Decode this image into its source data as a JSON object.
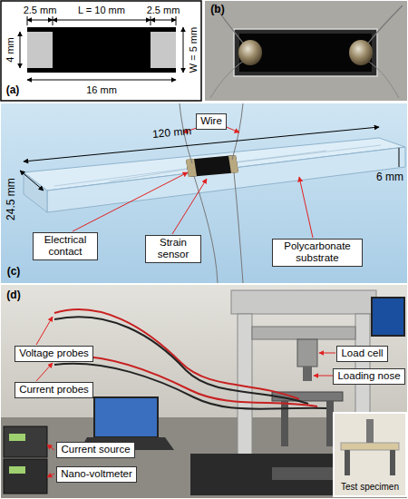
{
  "diagram": {
    "nodes": [
      {
        "text": [
          "Wire"
        ]
      },
      {
        "text": [
          "Electrical contact"
        ]
      },
      {
        "text": [
          "Strain sensor"
        ]
      },
      {
        "text": [
          "Polycarbonate substrate"
        ]
      },
      {
        "text": [
          "Voltage probes"
        ]
      },
      {
        "text": [
          "Current probes"
        ]
      },
      {
        "text": [
          "Load cell"
        ]
      },
      {
        "text": [
          "Loading nose"
        ]
      },
      {
        "text": [
          "Current source"
        ]
      },
      {
        "text": [
          "Nano-voltmeter"
        ]
      }
    ],
    "labels": [
      "(a)",
      "2.5 mm",
      "L = 10 mm",
      "2.5 mm",
      "4 mm",
      "W = 5 mm",
      "16 mm",
      "(b)",
      "120 mm",
      "24.5 mm",
      "6 mm",
      "(c)",
      "(d)",
      "Test specimen"
    ]
  }
}
